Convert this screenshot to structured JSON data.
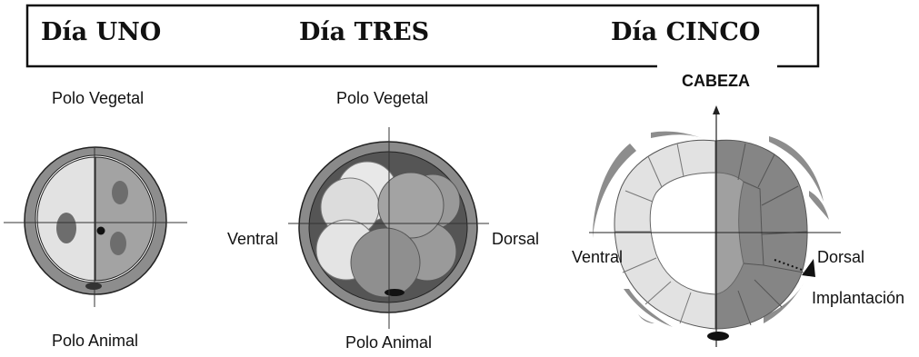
{
  "header": {
    "day_one": "Día UNO",
    "day_three": "Día TRES",
    "day_five": "Día CINCO"
  },
  "day_one": {
    "top_label": "Polo Vegetal",
    "bottom_label": "Polo Animal"
  },
  "day_three": {
    "top_label": "Polo Vegetal",
    "left_label": "Ventral",
    "right_label": "Dorsal",
    "bottom_label": "Polo Animal"
  },
  "day_five": {
    "top_label": "CABEZA",
    "left_label": "Ventral",
    "right_label": "Dorsal",
    "implant_label": "Implantación"
  },
  "colors": {
    "light_gray": "#e2e2e2",
    "mid_gray": "#a3a3a3",
    "dark_gray": "#858585",
    "shell_gray": "#8a8a8a",
    "ink": "#111111"
  }
}
